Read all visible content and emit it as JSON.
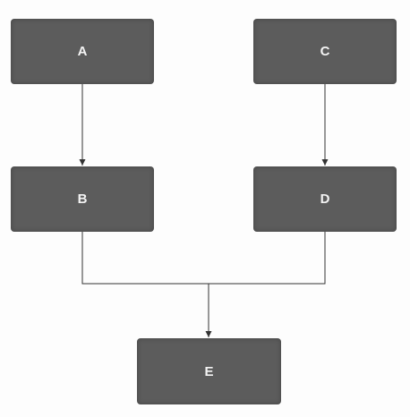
{
  "diagram": {
    "nodes": [
      {
        "id": "A",
        "label": "A"
      },
      {
        "id": "B",
        "label": "B"
      },
      {
        "id": "C",
        "label": "C"
      },
      {
        "id": "D",
        "label": "D"
      },
      {
        "id": "E",
        "label": "E"
      }
    ],
    "edges": [
      {
        "from": "A",
        "to": "B"
      },
      {
        "from": "C",
        "to": "D"
      },
      {
        "from": "B",
        "to": "E"
      },
      {
        "from": "D",
        "to": "E"
      }
    ],
    "colors": {
      "node_fill": "#5c5c5c",
      "node_text": "#f4f4f4",
      "edge": "#333333"
    }
  }
}
